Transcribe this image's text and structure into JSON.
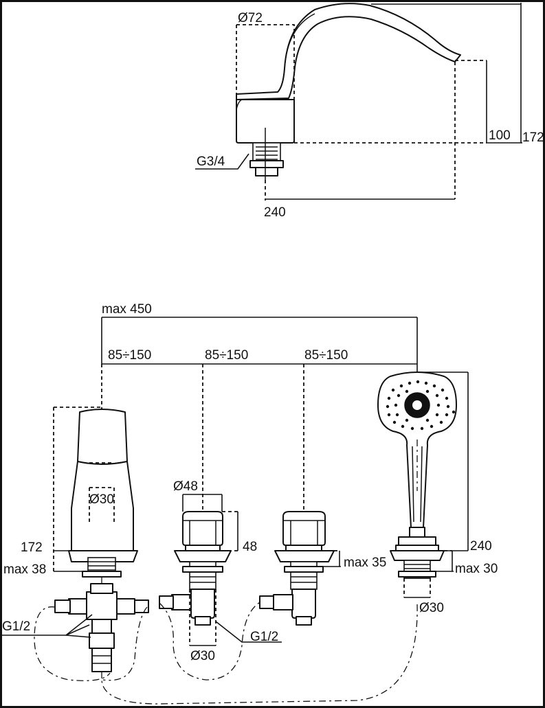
{
  "top_view": {
    "diameter_label": "Ø72",
    "thread_label": "G3/4",
    "height_spout_label": "100",
    "height_total_label": "172",
    "reach_label": "240"
  },
  "bottom_view": {
    "total_span_label": "max 450",
    "spacing_1_label": "85÷150",
    "spacing_2_label": "85÷150",
    "spacing_3_label": "85÷150",
    "spout_diameter_label": "Ø30",
    "spout_height_label": "172",
    "spout_deck_label": "max 38",
    "spout_inlet_label": "G1/2",
    "valve_diameter_label": "Ø48",
    "valve_height_label": "48",
    "valve_base_label": "Ø30",
    "valve_inlet_label": "G1/2",
    "diverter_deck_label": "max 35",
    "shower_height_label": "240",
    "shower_deck_label": "max 30",
    "shower_base_label": "Ø30"
  }
}
